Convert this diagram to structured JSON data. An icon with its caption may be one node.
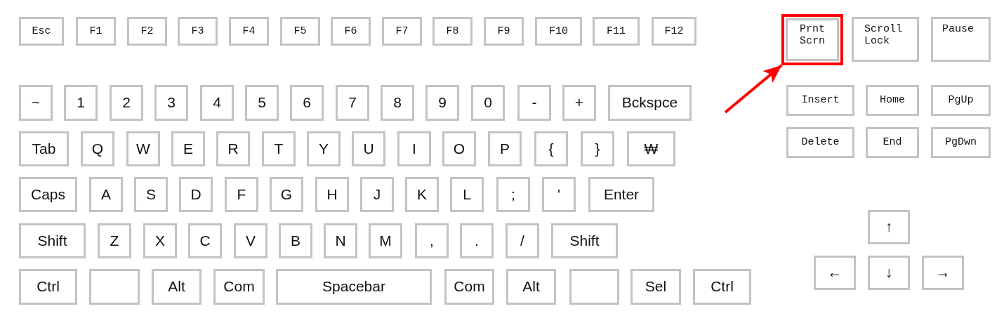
{
  "diagram": {
    "nodes": [
      {
        "text": [
          "Esc"
        ]
      },
      {
        "text": [
          "F1"
        ]
      },
      {
        "text": [
          "F2"
        ]
      },
      {
        "text": [
          "F3"
        ]
      },
      {
        "text": [
          "F4"
        ]
      },
      {
        "text": [
          "F5"
        ]
      },
      {
        "text": [
          "F6"
        ]
      },
      {
        "text": [
          "F7"
        ]
      },
      {
        "text": [
          "F8"
        ]
      },
      {
        "text": [
          "F9"
        ]
      },
      {
        "text": [
          "F10"
        ]
      },
      {
        "text": [
          "F11"
        ]
      },
      {
        "text": [
          "F12"
        ]
      },
      {
        "text": [
          "Prnt Scrn"
        ]
      },
      {
        "text": [
          "Scroll Lock"
        ]
      },
      {
        "text": [
          "Pause"
        ]
      },
      {
        "text": [
          "~"
        ]
      },
      {
        "text": [
          "1"
        ]
      },
      {
        "text": [
          "2"
        ]
      },
      {
        "text": [
          "3"
        ]
      },
      {
        "text": [
          "4"
        ]
      },
      {
        "text": [
          "5"
        ]
      },
      {
        "text": [
          "6"
        ]
      },
      {
        "text": [
          "7"
        ]
      },
      {
        "text": [
          "8"
        ]
      },
      {
        "text": [
          "9"
        ]
      },
      {
        "text": [
          "0"
        ]
      },
      {
        "text": [
          "-"
        ]
      },
      {
        "text": [
          "+"
        ]
      },
      {
        "text": [
          "Bckspce"
        ]
      },
      {
        "text": [
          "Insert"
        ]
      },
      {
        "text": [
          "Home"
        ]
      },
      {
        "text": [
          "PgUp"
        ]
      },
      {
        "text": [
          "Tab"
        ]
      },
      {
        "text": [
          "Q"
        ]
      },
      {
        "text": [
          "W"
        ]
      },
      {
        "text": [
          "E"
        ]
      },
      {
        "text": [
          "R"
        ]
      },
      {
        "text": [
          "T"
        ]
      },
      {
        "text": [
          "Y"
        ]
      },
      {
        "text": [
          "U"
        ]
      },
      {
        "text": [
          "I"
        ]
      },
      {
        "text": [
          "O"
        ]
      },
      {
        "text": [
          "P"
        ]
      },
      {
        "text": [
          "{"
        ]
      },
      {
        "text": [
          "}"
        ]
      },
      {
        "text": [
          "₩"
        ]
      },
      {
        "text": [
          "Delete"
        ]
      },
      {
        "text": [
          "End"
        ]
      },
      {
        "text": [
          "PgDwn"
        ]
      },
      {
        "text": [
          "Caps"
        ]
      },
      {
        "text": [
          "A"
        ]
      },
      {
        "text": [
          "S"
        ]
      },
      {
        "text": [
          "D"
        ]
      },
      {
        "text": [
          "F"
        ]
      },
      {
        "text": [
          "G"
        ]
      },
      {
        "text": [
          "H"
        ]
      },
      {
        "text": [
          "J"
        ]
      },
      {
        "text": [
          "K"
        ]
      },
      {
        "text": [
          "L"
        ]
      },
      {
        "text": [
          ";"
        ]
      },
      {
        "text": [
          "'"
        ]
      },
      {
        "text": [
          "Enter"
        ]
      },
      {
        "text": [
          "Shift"
        ]
      },
      {
        "text": [
          "Z"
        ]
      },
      {
        "text": [
          "X"
        ]
      },
      {
        "text": [
          "C"
        ]
      },
      {
        "text": [
          "V"
        ]
      },
      {
        "text": [
          "B"
        ]
      },
      {
        "text": [
          "N"
        ]
      },
      {
        "text": [
          "M"
        ]
      },
      {
        "text": [
          ","
        ]
      },
      {
        "text": [
          "."
        ]
      },
      {
        "text": [
          "/"
        ]
      },
      {
        "text": [
          "Shift"
        ]
      },
      {
        "text": [
          "Ctrl"
        ]
      },
      {
        "text": [],
        "shape": "box"
      },
      {
        "text": [
          "Alt"
        ]
      },
      {
        "text": [
          "Com"
        ]
      },
      {
        "text": [
          "Spacebar"
        ]
      },
      {
        "text": [
          "Com"
        ]
      },
      {
        "text": [
          "Alt"
        ]
      },
      {
        "text": [],
        "shape": "box"
      },
      {
        "text": [
          "Sel"
        ]
      },
      {
        "text": [
          "Ctrl"
        ]
      },
      {
        "text": [
          "↑"
        ]
      },
      {
        "text": [
          "←"
        ]
      },
      {
        "text": [
          "↓"
        ]
      },
      {
        "text": [
          "→"
        ]
      }
    ],
    "edges": [
      {
        "from": null,
        "to": 13,
        "arrow": "to",
        "color": "#ff0000"
      }
    ]
  }
}
